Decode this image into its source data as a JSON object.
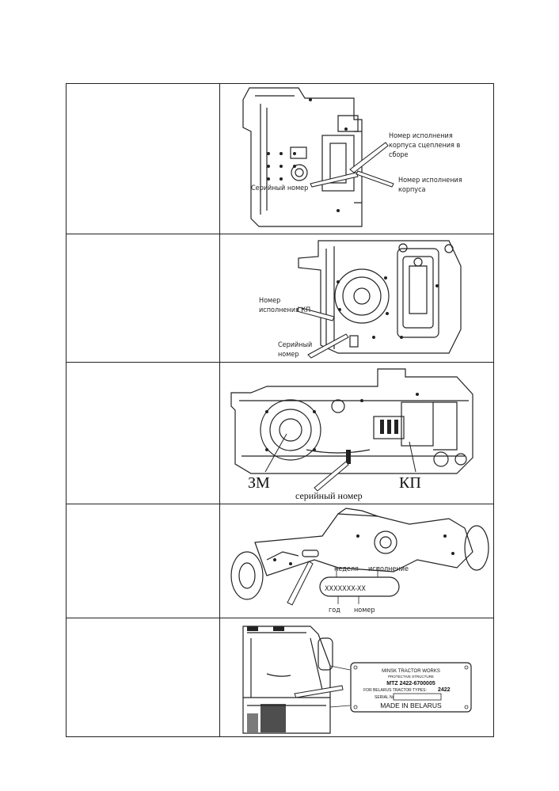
{
  "rows": [
    {
      "id": "clutch-housing",
      "labels": {
        "clutch_housing_no": [
          "Номер исполнения",
          "корпуса сцепления в",
          "сборе"
        ],
        "housing_no": [
          "Номер исполнения",
          "корпуса"
        ],
        "serial": "Серийный номер"
      }
    },
    {
      "id": "gearbox",
      "labels": {
        "gearbox_no": [
          "Номер",
          "исполнения КП"
        ],
        "serial": [
          "Серийный",
          "номер"
        ]
      }
    },
    {
      "id": "transmission",
      "labels": {
        "zm": "ЗМ",
        "kp": "КП",
        "serial": "серийный номер"
      }
    },
    {
      "id": "front-axle",
      "labels": {
        "week": "неделя",
        "variant": "исполнение",
        "code": "XXXXXXX-XX",
        "year": "год",
        "number": "номер"
      }
    },
    {
      "id": "cab",
      "plate": {
        "line1": "MINSK TRACTOR WORKS",
        "line2": "PROTECTIVE STRUCTURE",
        "line3": "MTZ 2422-6700005",
        "line4_prefix": "FOR BELARUS TRACTOR TYPES:",
        "line4_value": "2422",
        "serial_label": "SERIAL No.",
        "made_in": "MADE IN BELARUS"
      }
    }
  ]
}
